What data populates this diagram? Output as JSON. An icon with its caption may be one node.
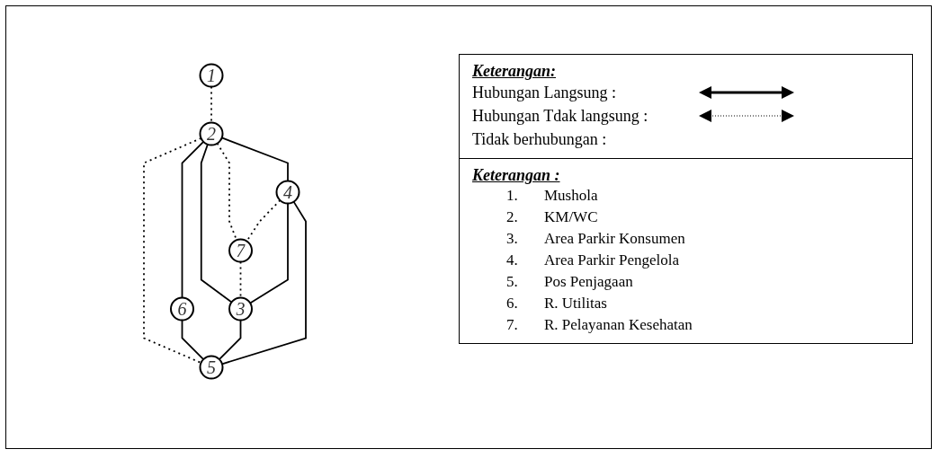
{
  "diagram": {
    "nodes": [
      {
        "text": [
          "1"
        ]
      },
      {
        "text": [
          "2"
        ]
      },
      {
        "text": [
          "3"
        ]
      },
      {
        "text": [
          "4"
        ]
      },
      {
        "text": [
          "5"
        ]
      },
      {
        "text": [
          "6"
        ]
      },
      {
        "text": [
          "7"
        ]
      }
    ],
    "edges": [
      {
        "from": 0,
        "to": 1,
        "arrow": "none",
        "style": "dashed"
      },
      {
        "from": 1,
        "to": 3,
        "arrow": "none"
      },
      {
        "from": 1,
        "to": 6,
        "arrow": "none",
        "style": "dashed"
      },
      {
        "from": 1,
        "to": 2,
        "arrow": "none"
      },
      {
        "from": 1,
        "to": 5,
        "arrow": "none"
      },
      {
        "from": 1,
        "to": 4,
        "arrow": "none",
        "style": "dashed"
      },
      {
        "from": 3,
        "to": 6,
        "arrow": "none",
        "style": "dashed"
      },
      {
        "from": 5,
        "to": 4,
        "arrow": "none"
      },
      {
        "from": 6,
        "to": 2,
        "arrow": "none",
        "style": "dashed"
      },
      {
        "from": 3,
        "to": 2,
        "arrow": "none"
      },
      {
        "from": 2,
        "to": 4,
        "arrow": "none"
      },
      {
        "from": 3,
        "to": 4,
        "arrow": "none"
      }
    ],
    "labels": [
      "Keterangan:",
      "Keterangan :",
      "1.",
      "Mushola",
      "2.",
      "KM/WC",
      "3.",
      "Area Parkir Konsumen",
      "4.",
      "Area Parkir Pengelola",
      "5.",
      "Pos Penjagaan",
      "6.",
      "R. Utilitas",
      "7.",
      "R. Pelayanan Kesehatan"
    ],
    "legend": [
      {
        "text": "Hubungan Langsung :"
      },
      {
        "text": "Hubungan Tdak langsung :"
      },
      {
        "text": "Tidak berhubungan :"
      }
    ]
  }
}
